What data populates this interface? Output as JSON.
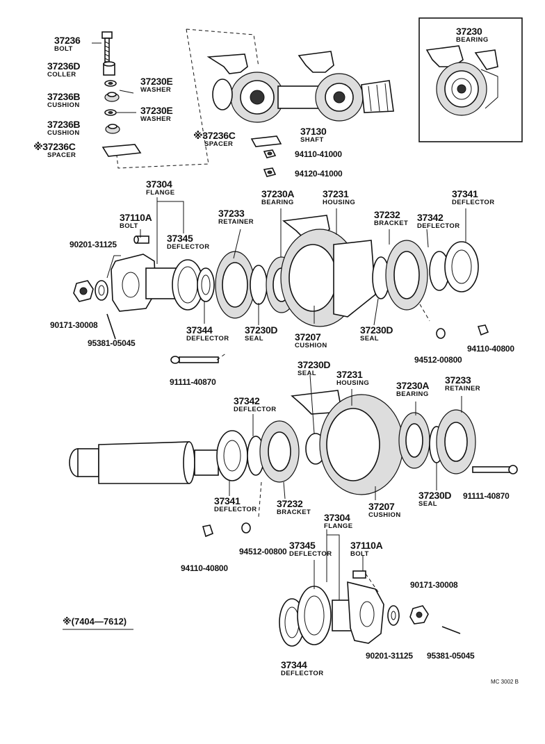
{
  "labels": {
    "top_bolt": {
      "num": "37236",
      "name": "BOLT"
    },
    "top_collar": {
      "num": "37236D",
      "name": "COLLER"
    },
    "top_washer1": {
      "num": "37230E",
      "name": "WASHER"
    },
    "top_cushion1": {
      "num": "37236B",
      "name": "CUSHION"
    },
    "top_washer2": {
      "num": "37230E",
      "name": "WASHER"
    },
    "top_cushion2": {
      "num": "37236B",
      "name": "CUSHION"
    },
    "top_spacer_left": {
      "num": "※37236C",
      "name": "SPACER"
    },
    "top_spacer_mid": {
      "num": "※37236C",
      "name": "SPACER"
    },
    "top_shaft": {
      "num": "37130",
      "name": "SHAFT"
    },
    "top_bearing_box": {
      "num": "37230",
      "name": "BEARING"
    },
    "nut_94110_41000": "94110-41000",
    "nut_94120_41000": "94120-41000",
    "mid_flange": {
      "num": "37304",
      "name": "FLANGE"
    },
    "mid_bolt": {
      "num": "37110A",
      "name": "BOLT"
    },
    "mid_deflector_37345": {
      "num": "37345",
      "name": "DEFLECTOR"
    },
    "mid_retainer": {
      "num": "37233",
      "name": "RETAINER"
    },
    "mid_bearing": {
      "num": "37230A",
      "name": "BEARING"
    },
    "mid_housing": {
      "num": "37231",
      "name": "HOUSING"
    },
    "mid_bracket": {
      "num": "37232",
      "name": "BRACKET"
    },
    "mid_deflector_37342": {
      "num": "37342",
      "name": "DEFLECTOR"
    },
    "mid_deflector_37341": {
      "num": "37341",
      "name": "DEFLECTOR"
    },
    "mid_90201": "90201-31125",
    "mid_90171": "90171-30008",
    "mid_95381": "95381-05045",
    "mid_deflector_37344": {
      "num": "37344",
      "name": "DEFLECTOR"
    },
    "mid_seal_left": {
      "num": "37230D",
      "name": "SEAL"
    },
    "mid_cushion": {
      "num": "37207",
      "name": "CUSHION"
    },
    "mid_seal_right": {
      "num": "37230D",
      "name": "SEAL"
    },
    "mid_94512": "94512-00800",
    "mid_94110_40800": "94110-40800",
    "mid_91111": "91111-40870",
    "low_seal": {
      "num": "37230D",
      "name": "SEAL"
    },
    "low_housing": {
      "num": "37231",
      "name": "HOUSING"
    },
    "low_bearing": {
      "num": "37230A",
      "name": "BEARING"
    },
    "low_retainer": {
      "num": "37233",
      "name": "RETAINER"
    },
    "low_deflector_37342": {
      "num": "37342",
      "name": "DEFLECTOR"
    },
    "low_deflector_37341": {
      "num": "37341",
      "name": "DEFLECTOR"
    },
    "low_bracket": {
      "num": "37232",
      "name": "BRACKET"
    },
    "low_cushion": {
      "num": "37207",
      "name": "CUSHION"
    },
    "low_seal_right": {
      "num": "37230D",
      "name": "SEAL"
    },
    "low_91111": "91111-40870",
    "low_94512": "94512-00800",
    "low_94110_40800": "94110-40800",
    "bot_flange": {
      "num": "37304",
      "name": "FLANGE"
    },
    "bot_deflector_37345": {
      "num": "37345",
      "name": "DEFLECTOR"
    },
    "bot_bolt": {
      "num": "37110A",
      "name": "BOLT"
    },
    "bot_90171": "90171-30008",
    "bot_90201": "90201-31125",
    "bot_95381": "95381-05045",
    "bot_deflector_37344": {
      "num": "37344",
      "name": "DEFLECTOR"
    }
  },
  "footnote": "※(7404—7612)",
  "figure_code": "MC 3002 B"
}
